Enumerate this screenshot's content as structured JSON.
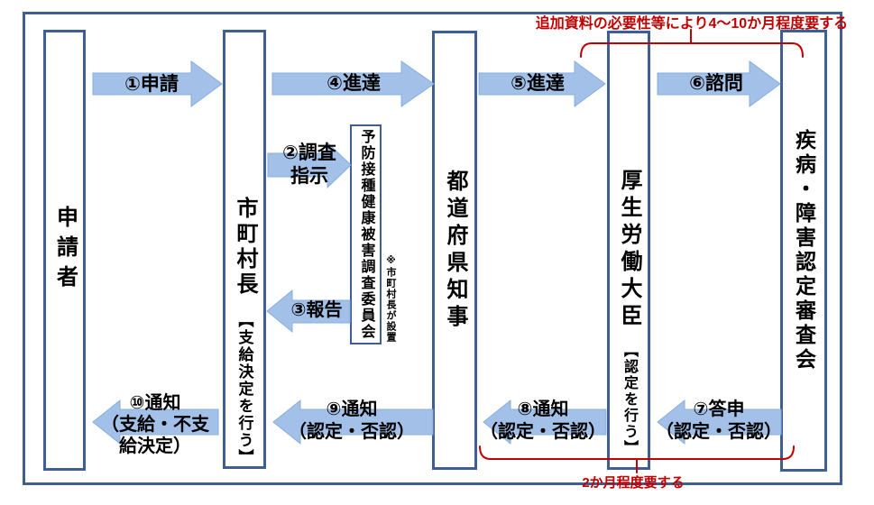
{
  "annotations": {
    "top": "追加資料の必要性等により4～10か月程度要する",
    "bottom": "2か月程度要する"
  },
  "entities": {
    "applicant": {
      "label": "申請者"
    },
    "mayor": {
      "label": "市町村長",
      "sublabel": "【支給決定を行う】"
    },
    "governor": {
      "label": "都道府県知事"
    },
    "minister": {
      "label": "厚生労働大臣",
      "sublabel": "【認定を行う】"
    },
    "council": {
      "label": "疾病・障害認定審査会"
    },
    "committee": {
      "label": "予防接種健康被害調査委員会",
      "note": "※市町村長が設置"
    }
  },
  "arrows": {
    "a1": {
      "label": "①申請",
      "direction": "right"
    },
    "a2": {
      "label": "②調査\n指示",
      "direction": "right"
    },
    "a3": {
      "label": "③報告",
      "direction": "left"
    },
    "a4": {
      "label": "④進達",
      "direction": "right"
    },
    "a5": {
      "label": "⑤進達",
      "direction": "right"
    },
    "a6": {
      "label": "⑥諮問",
      "direction": "right"
    },
    "a7": {
      "label": "⑦答申\n（認定・否認）",
      "direction": "left"
    },
    "a8": {
      "label": "⑧通知\n（認定・否認）",
      "direction": "left"
    },
    "a9": {
      "label": "⑨通知\n（認定・否認）",
      "direction": "left"
    },
    "a10": {
      "label": "⑩通知\n（支給・不支\n給決定）",
      "direction": "left"
    }
  },
  "colors": {
    "box_border": "#3D5F93",
    "arrow_fill": "#A3C1E8",
    "annotation_red": "#C00000",
    "text_black": "#000000"
  }
}
